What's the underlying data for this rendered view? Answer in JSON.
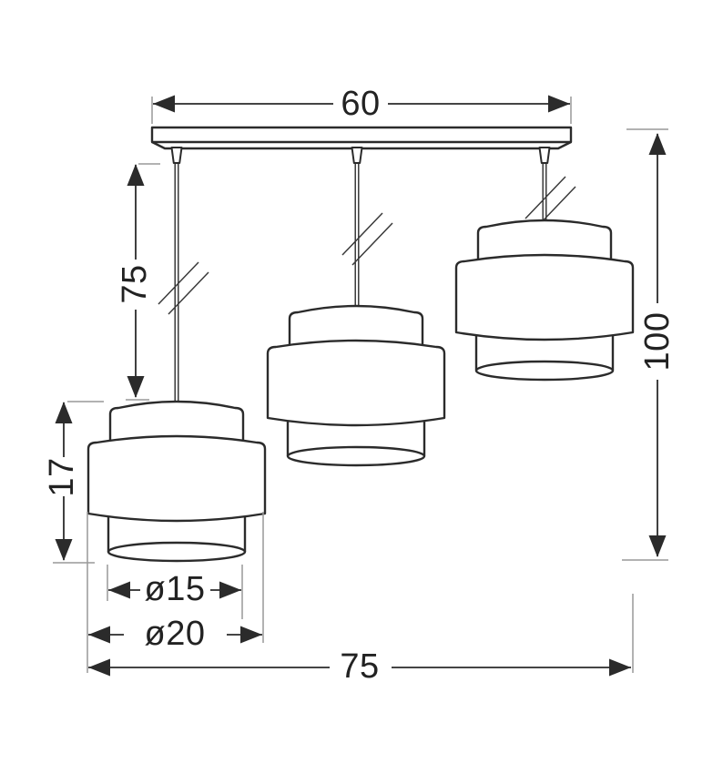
{
  "diagram": {
    "type": "technical-dimension-drawing",
    "subject": "three-shade pendant ceiling lamp",
    "labels": {
      "canopy_width": "60",
      "cord_length": "75",
      "shade_height": "17",
      "shade_inner_diameter": "ø15",
      "shade_outer_diameter": "ø20",
      "overall_width": "75",
      "overall_height": "100"
    },
    "colors": {
      "line": "#2b2b2b",
      "extension_line": "#999999",
      "background": "#ffffff"
    }
  }
}
